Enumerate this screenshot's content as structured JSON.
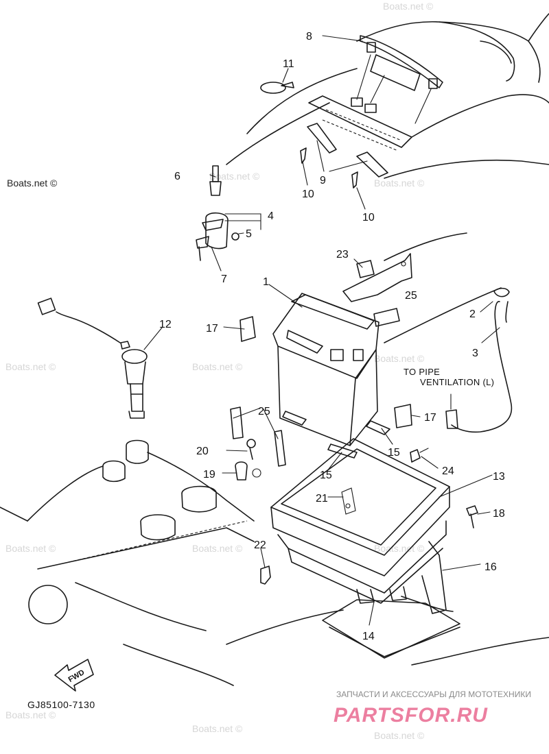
{
  "callouts": {
    "c1": "1",
    "c2": "2",
    "c3": "3",
    "c4": "4",
    "c5": "5",
    "c6": "6",
    "c7": "7",
    "c8": "8",
    "c9": "9",
    "c10a": "10",
    "c10b": "10",
    "c11": "11",
    "c12": "12",
    "c13": "13",
    "c14": "14",
    "c15a": "15",
    "c15b": "15",
    "c16": "16",
    "c17a": "17",
    "c17b": "17",
    "c18": "18",
    "c19": "19",
    "c20": "20",
    "c21": "21",
    "c22": "22",
    "c23": "23",
    "c24": "24",
    "c25a": "25",
    "c25b": "25"
  },
  "note": {
    "line1": "TO PIPE",
    "line2": "VENTILATION (L)"
  },
  "fwd_label": "FWD",
  "part_code": "GJ85100-7130",
  "watermark": "Boats.net ©",
  "footer": {
    "tagline": "ЗАПЧАСТИ И АКСЕССУАРЫ ДЛЯ МОТОТЕХНИКИ",
    "brand": "PARTSFOR.RU"
  }
}
